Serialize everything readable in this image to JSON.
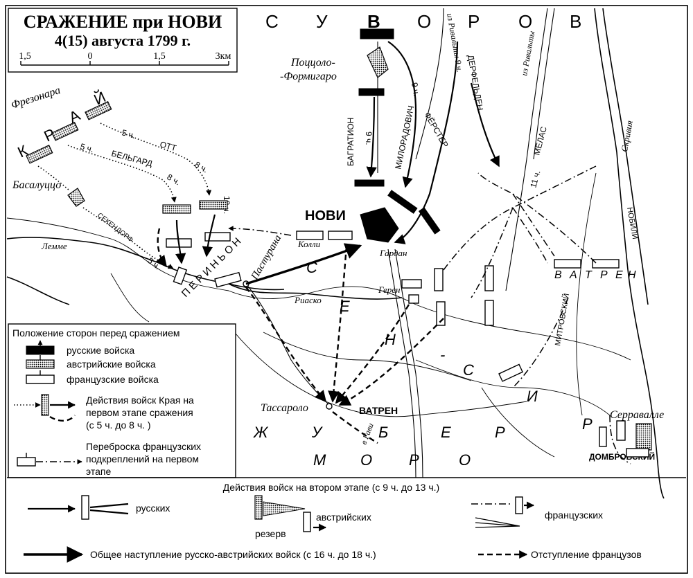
{
  "title": {
    "line1": "СРАЖЕНИЕ при НОВИ",
    "line2": "4(15) августа 1799 г."
  },
  "scale": {
    "ticks": [
      "1,5",
      "0",
      "1,5",
      "3км"
    ]
  },
  "region_labels": {
    "suvorov": [
      "С",
      "У",
      "В",
      "О",
      "Р",
      "О",
      "В"
    ],
    "kray": [
      "К",
      "Р",
      "А",
      "Й"
    ],
    "pery_n": "П Е Р И Н Ь О Н",
    "sen": [
      "С",
      "Е",
      "Н",
      "-",
      "С",
      "И",
      "Р"
    ],
    "zhubero": [
      "Ж",
      "У",
      "Б",
      "Е",
      "Р"
    ],
    "moro": [
      "М",
      "О",
      "Р",
      "О"
    ],
    "vatren": [
      "В",
      "А",
      "Т",
      "Р",
      "Е",
      "Н"
    ]
  },
  "places": {
    "novi": "НОВИ",
    "pozzolo": "Поццоло-",
    "formigaro": "-Формигаро",
    "fresonara": "Фрезонара",
    "basaluzzo": "Басалуццо",
    "tassarolo": "Тассароло",
    "serravalle": "Серравалле",
    "pasturana": "Пастурана",
    "lemme": "Лемме",
    "riasco": "Риаско",
    "scrivia": "Скривия",
    "gavi": "в Гави"
  },
  "commanders": {
    "bagration": "БАГРАТИОН",
    "miloradovich": "МИЛОРАДОВИЧ",
    "derfelden": "ДЕРФЕЛЬДЕН",
    "forster": "ФЁРСТЕР",
    "melas": "МЕЛАС",
    "ott": "ОТТ",
    "belgard": "БЕЛЬГАРД",
    "seckendorf": "СЕКЕНДОРФ",
    "colli": "Колли",
    "gardanne": "Гардан",
    "guerin": "Герен",
    "watrin": "ВАТРЕН",
    "mitrovsky": "МИТРОВСКИЙ",
    "nobili": "НОБИЛИ",
    "dombrowski": "ДОМБРОВСКИЙ"
  },
  "road_labels": {
    "rivalta1": "из Ривальты 9 ч.",
    "rivalta2": "из Ривальты"
  },
  "times": {
    "t5a": "5 ч.",
    "t5b": "5 ч.",
    "t5c": "5 ч.",
    "t8a": "8 ч.",
    "t8b": "8 ч.",
    "t9a": "9 ч.",
    "t9b": "9 ч.",
    "t10": "10 ч.",
    "t11": "11 ч."
  },
  "legend": {
    "title": "Положение сторон перед сражением",
    "russian": "русские войска",
    "austrian": "австрийские войска",
    "french": "французские войска",
    "kray_action": [
      "Действия войск Края на",
      "первом этапе сражения",
      "(с 5 ч. до 8 ч. )"
    ],
    "french_reinf": [
      "Переброска французских",
      "подкреплений на первом",
      "этапе"
    ]
  },
  "legend2": {
    "title": "Действия войск на втором этапе (с 9 ч. до 13 ч.)",
    "russian": "русских",
    "austrian": "австрийских",
    "french": "французских",
    "reserve": "резерв",
    "general": "Общее наступление русско-австрийских войск (с 16 ч. до 18 ч.)",
    "retreat": "Отступление французов"
  }
}
